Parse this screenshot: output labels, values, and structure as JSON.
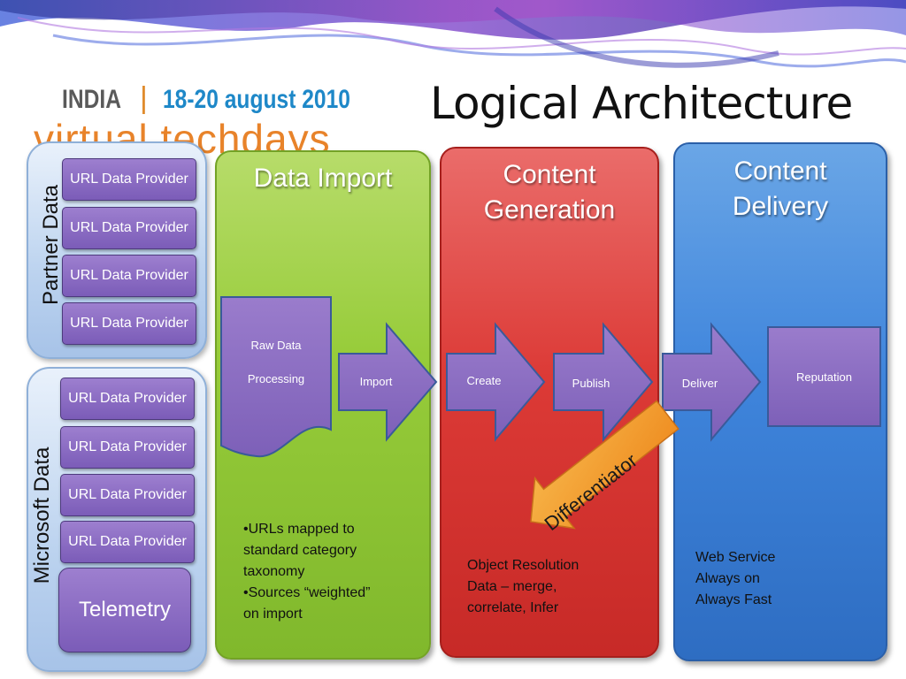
{
  "header": {
    "india": "INDIA",
    "separator": "|",
    "dates": "18-20 august 2010",
    "event": "virtual techdays",
    "title": "Logical Architecture"
  },
  "partner_group": {
    "label": "Partner Data",
    "providers": [
      "URL Data Provider",
      "URL Data Provider",
      "URL Data Provider",
      "URL Data Provider"
    ]
  },
  "microsoft_group": {
    "label": "Microsoft Data",
    "providers": [
      "URL Data Provider",
      "URL Data Provider",
      "URL Data Provider",
      "URL Data Provider"
    ],
    "telemetry": "Telemetry"
  },
  "stages": {
    "import": {
      "title": "Data Import",
      "raw_line1": "Raw Data",
      "raw_line2": "Processing",
      "arrow": "Import",
      "note_line1": "•URLs mapped to",
      "note_line2": "standard category",
      "note_line3": "taxonomy",
      "note_line4": "•Sources “weighted”",
      "note_line5": "on import"
    },
    "generation": {
      "title_line1": "Content",
      "title_line2": "Generation",
      "arrow_create": "Create",
      "arrow_publish": "Publish",
      "note_line1": "Object Resolution",
      "note_line2": "Data – merge,",
      "note_line3": "correlate, Infer"
    },
    "delivery": {
      "title_line1": "Content",
      "title_line2": "Delivery",
      "arrow_deliver": "Deliver",
      "box": "Reputation",
      "note_line1": "Web Service",
      "note_line2": "Always on",
      "note_line3": "Always Fast"
    }
  },
  "callout": "Differentiator",
  "colors": {
    "provider": "#8a6cc4",
    "green": "#97cc3a",
    "red": "#dc3a36",
    "blue": "#3f85dc",
    "orange": "#f29a2e",
    "brand_blue": "#1e88c8",
    "brand_orange": "#e8832a"
  }
}
